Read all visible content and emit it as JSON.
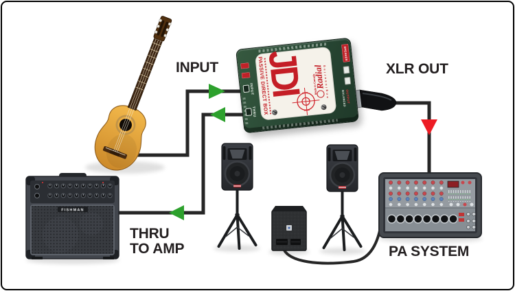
{
  "canvas": {
    "background": "#ffffff",
    "frame_color": "#000000"
  },
  "labels": {
    "input": "INPUT",
    "xlr_out": "XLR OUT",
    "thru_line1": "THRU",
    "thru_line2": "TO AMP",
    "pa_system": "PA SYSTEM"
  },
  "di_box": {
    "brand": "Radial",
    "brand_sub": "engineering",
    "model": "JDI",
    "panel_title": "PASSIVE DIRECT BOX",
    "made_in": "Made in Canada",
    "jack_label_input": "INPUT",
    "jack_label_thru": "THRU",
    "edge_label_speaker": "SPEAKER",
    "edge_label_balanced": "BALANCED",
    "edge_label_output": "OUTPUT",
    "colors": {
      "body_green": "#2a4a36",
      "panel_white": "#f5f2ea",
      "accent_red": "#c41e26"
    }
  },
  "amp": {
    "brand": "FISHMAN"
  },
  "equipment": [
    "acoustic guitar",
    "JDI passive direct box",
    "guitar amplifier",
    "PA speaker left",
    "PA speaker right",
    "subwoofer",
    "powered mixer"
  ],
  "connections": [
    {
      "path": "guitar to DI input",
      "arrow_color": "#2da12d",
      "arrow_direction": "right"
    },
    {
      "path": "DI thru to amplifier",
      "arrow_color": "#2da12d",
      "arrow_direction": "left"
    },
    {
      "path": "DI XLR out to PA system",
      "arrow_color": "#ed1c24",
      "arrow_direction": "down"
    },
    {
      "path": "subwoofer to PA system",
      "arrow_color": "none",
      "arrow_direction": "none"
    }
  ],
  "colors": {
    "cable": "#262626",
    "green_arrow": "#2da12d",
    "red_arrow": "#ed1c24",
    "label_text": "#231f20"
  }
}
